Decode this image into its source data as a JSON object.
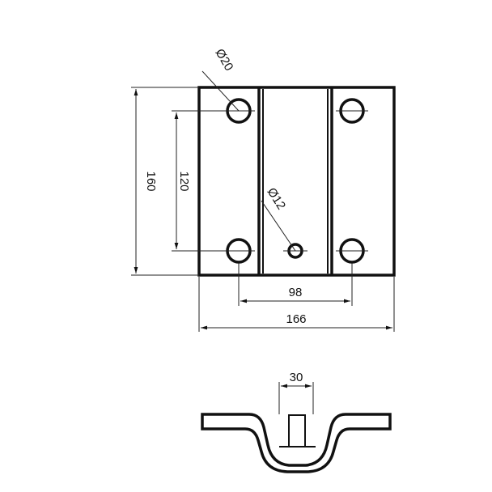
{
  "drawing": {
    "dimensions": {
      "total_width": "166",
      "hole_spacing_horizontal": "98",
      "total_height": "160",
      "hole_spacing_vertical": "120",
      "large_hole_diameter": "Ø20",
      "small_hole_diameter": "Ø12",
      "channel_width": "30"
    }
  }
}
